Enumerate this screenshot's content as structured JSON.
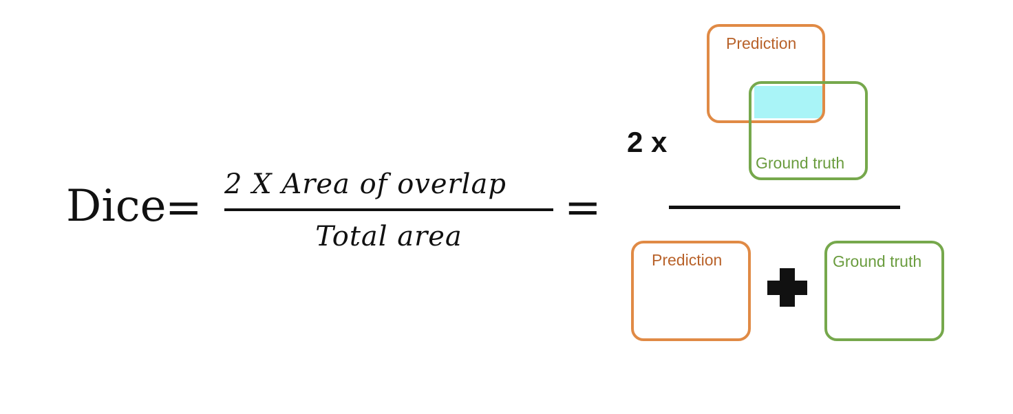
{
  "equation": {
    "lhs": "Dice",
    "equals": "=",
    "numerator": "2 X Area of overlap",
    "denominator": "Total area"
  },
  "visual": {
    "multiplier": "2 x",
    "prediction_label": "Prediction",
    "ground_truth_label": "Ground truth",
    "plus": "+"
  },
  "colors": {
    "prediction": "#e08a45",
    "prediction_text": "#b8622a",
    "ground_truth": "#76a84c",
    "ground_truth_text": "#6a9c3e",
    "overlap": "#a9f4f7"
  }
}
